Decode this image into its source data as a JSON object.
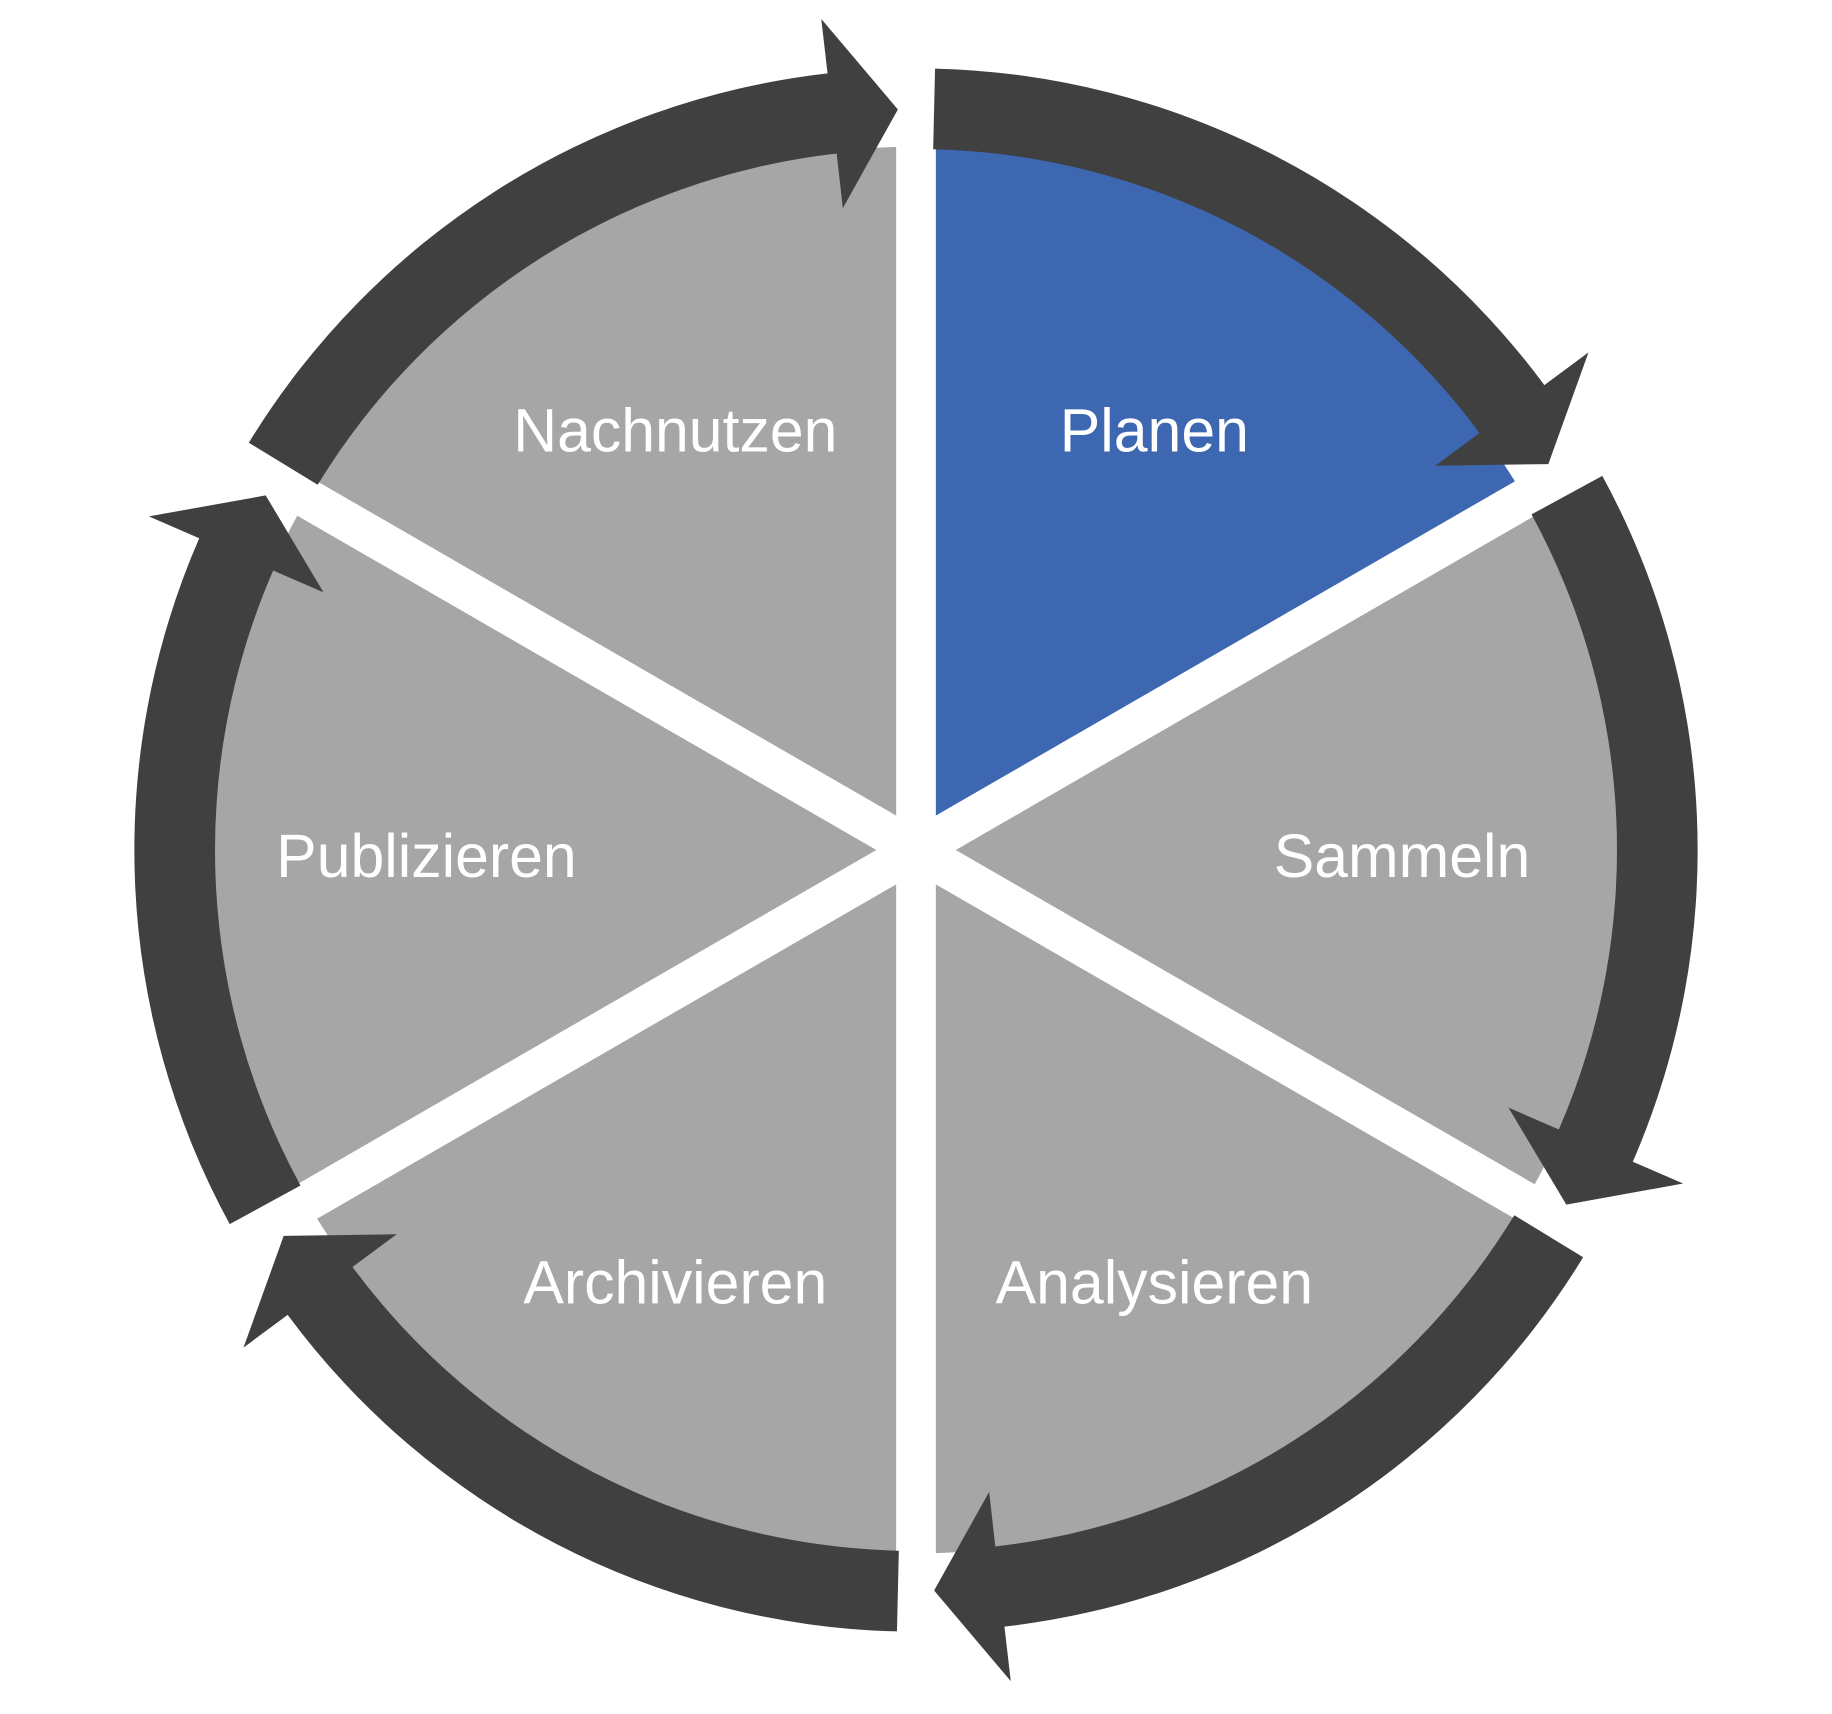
{
  "diagram": {
    "type": "cycle",
    "colors": {
      "highlight": "#3e67b1",
      "segment": "#a6a6a6",
      "arrow": "#404040",
      "label": "#ffffff",
      "background": "#ffffff"
    },
    "segments": [
      {
        "label": "Planen",
        "highlighted": true
      },
      {
        "label": "Sammeln",
        "highlighted": false
      },
      {
        "label": "Analysieren",
        "highlighted": false
      },
      {
        "label": "Archivieren",
        "highlighted": false
      },
      {
        "label": "Publizieren",
        "highlighted": false
      },
      {
        "label": "Nachnutzen",
        "highlighted": false
      }
    ],
    "direction": "clockwise"
  }
}
